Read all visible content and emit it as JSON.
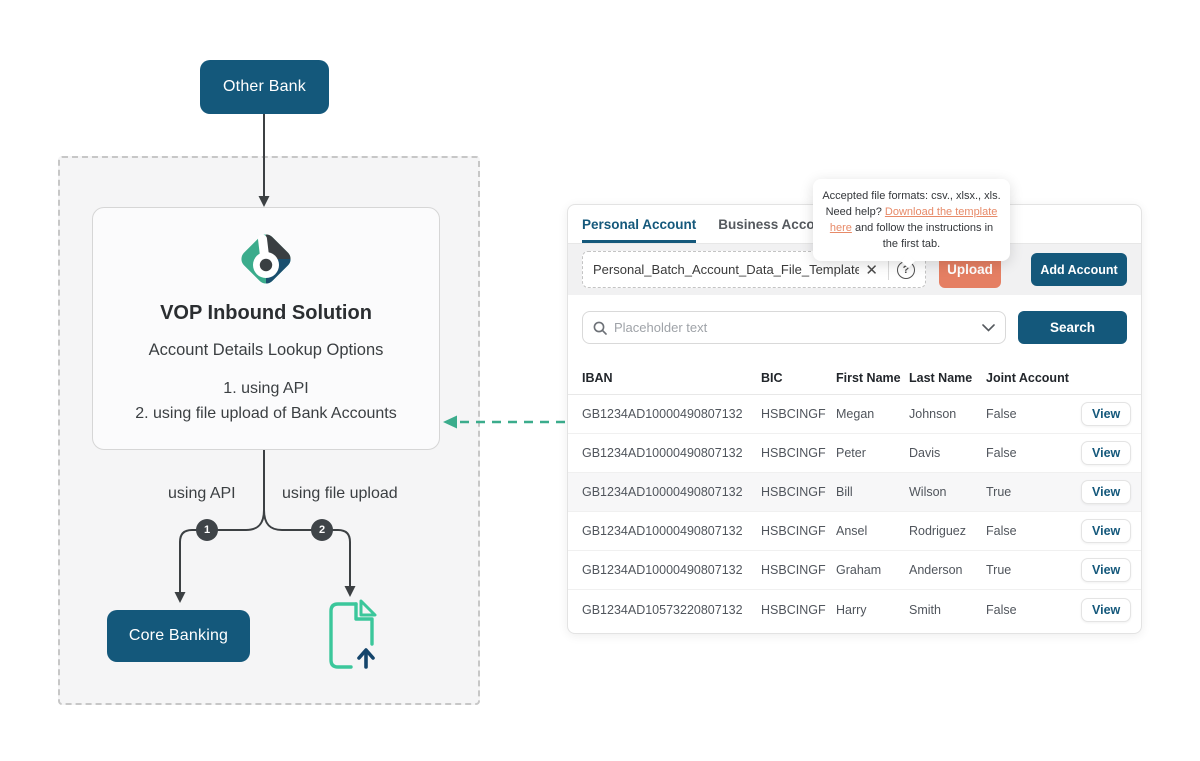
{
  "colors": {
    "accent_navy": "#14587B",
    "accent_salmon": "#E57F63",
    "accent_teal": "#3BAC8C",
    "link_orange": "#E78A68",
    "circle_charcoal": "#3F4448"
  },
  "diagram": {
    "other_bank_label": "Other Bank",
    "solution": {
      "title": "VOP Inbound Solution",
      "subtitle": "Account Details Lookup Options",
      "option1": "1. using API",
      "option2": "2. using file upload of Bank Accounts"
    },
    "branch1_label": "using API",
    "branch2_label": "using file upload",
    "branch1_number": "1",
    "branch2_number": "2",
    "core_banking_label": "Core Banking"
  },
  "panel": {
    "tabs": [
      {
        "label": "Personal Account",
        "active": true
      },
      {
        "label": "Business Account",
        "active": false
      }
    ],
    "tooltip": {
      "line1": "Accepted file formats: csv., xlsx., xls.",
      "line2_prefix": "Need help? ",
      "link_text": "Download the template here",
      "line2_suffix": " and follow the instructions in the first tab."
    },
    "upload": {
      "filename": "Personal_Batch_Account_Data_File_Template.csv",
      "clear_icon": "✕",
      "help_icon": "?",
      "upload_label": "Upload",
      "add_account_label": "Add Account"
    },
    "search": {
      "placeholder": "Placeholder text",
      "button_label": "Search"
    },
    "table": {
      "headers": [
        "IBAN",
        "BIC",
        "First Name",
        "Last Name",
        "Joint Account"
      ],
      "view_label": "View",
      "rows": [
        {
          "iban": "GB1234AD10000490807132",
          "bic": "HSBCINGF",
          "first": "Megan",
          "last": "Johnson",
          "joint": "False",
          "highlight": false
        },
        {
          "iban": "GB1234AD10000490807132",
          "bic": "HSBCINGF",
          "first": "Peter",
          "last": "Davis",
          "joint": "False",
          "highlight": false
        },
        {
          "iban": "GB1234AD10000490807132",
          "bic": "HSBCINGF",
          "first": "Bill",
          "last": "Wilson",
          "joint": "True",
          "highlight": true
        },
        {
          "iban": "GB1234AD10000490807132",
          "bic": "HSBCINGF",
          "first": "Ansel",
          "last": "Rodriguez",
          "joint": "False",
          "highlight": false
        },
        {
          "iban": "GB1234AD10000490807132",
          "bic": "HSBCINGF",
          "first": "Graham",
          "last": "Anderson",
          "joint": "True",
          "highlight": false
        },
        {
          "iban": "GB1234AD10573220807132",
          "bic": "HSBCINGF",
          "first": "Harry",
          "last": "Smith",
          "joint": "False",
          "highlight": false
        }
      ]
    }
  }
}
